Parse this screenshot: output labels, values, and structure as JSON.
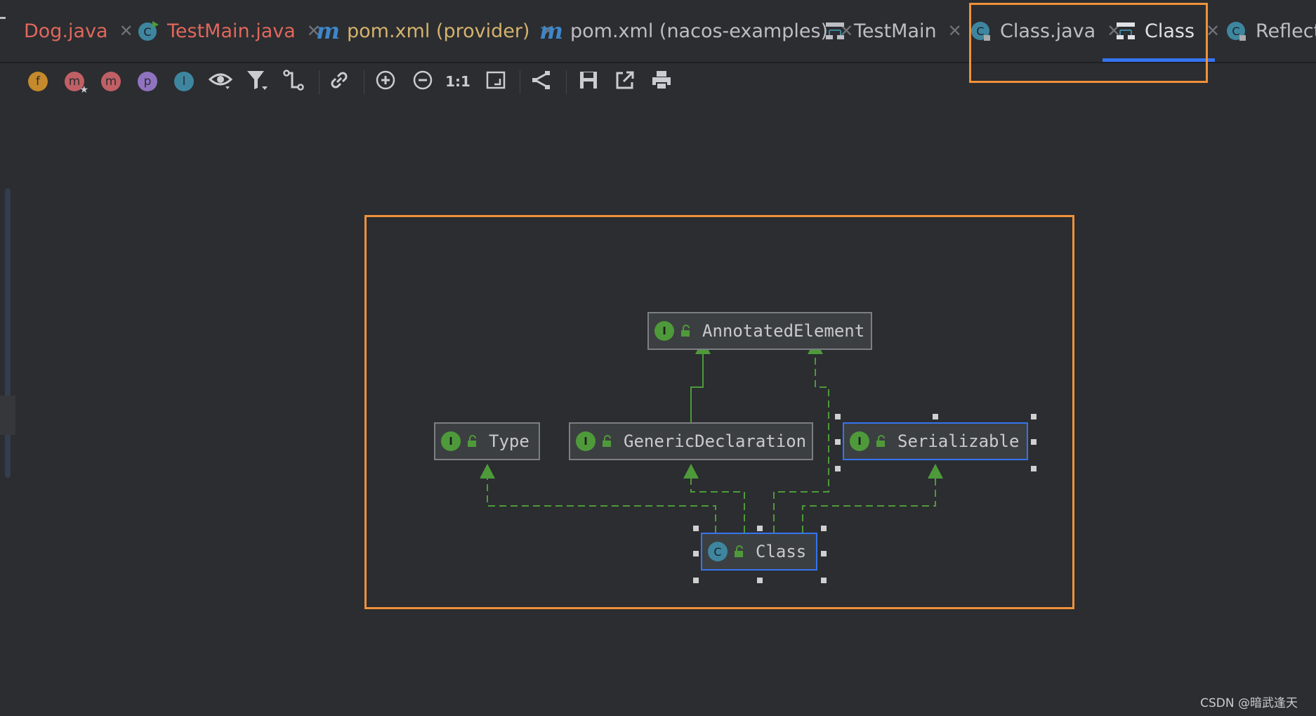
{
  "tabs": [
    {
      "label": "Dog.java",
      "icon": "java-file-icon",
      "color": "#e0675c"
    },
    {
      "label": "TestMain.java",
      "icon": "runnable-class-icon",
      "color": "#e0675c"
    },
    {
      "label": "pom.xml (provider)",
      "icon": "maven-icon",
      "color": "#d5b26d"
    },
    {
      "label": "pom.xml (nacos-examples)",
      "icon": "maven-icon",
      "color": "#bcbec4"
    },
    {
      "label": "TestMain",
      "icon": "diagram-icon",
      "color": "#bcbec4"
    },
    {
      "label": "Class.java",
      "icon": "locked-class-icon",
      "color": "#bcbec4"
    },
    {
      "label": "Class",
      "icon": "diagram-icon",
      "color": "#dfe1e5",
      "active": true
    },
    {
      "label": "Reflectio",
      "icon": "locked-class-icon",
      "color": "#bcbec4"
    }
  ],
  "toolbar": {
    "filters": [
      {
        "letter": "f",
        "name": "show-fields-icon",
        "color": "#c58a2c"
      },
      {
        "letter": "m",
        "name": "show-constructors-icon",
        "color": "#c05f65"
      },
      {
        "letter": "m",
        "name": "show-methods-icon",
        "color": "#c05f65"
      },
      {
        "letter": "p",
        "name": "show-properties-icon",
        "color": "#9073c0"
      },
      {
        "letter": "I",
        "name": "show-inner-classes-icon",
        "color": "#3e86a0"
      }
    ],
    "zoom_actual_label": "1:1"
  },
  "diagram": {
    "nodes": {
      "annotated": {
        "label": "AnnotatedElement",
        "kind": "I"
      },
      "type": {
        "label": "Type",
        "kind": "I"
      },
      "generic": {
        "label": "GenericDeclaration",
        "kind": "I"
      },
      "serializable": {
        "label": "Serializable",
        "kind": "I"
      },
      "class": {
        "label": "Class",
        "kind": "C"
      }
    },
    "edge_color": "#4e9a3a"
  },
  "watermark": "CSDN @暗武逢天"
}
